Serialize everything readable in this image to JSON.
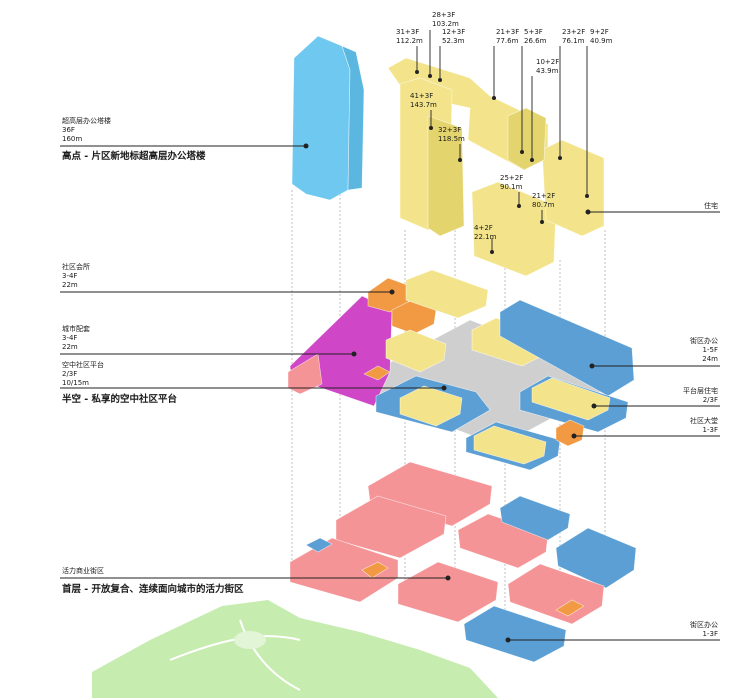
{
  "colors": {
    "yellow": "#f3e48c",
    "yellow_dark": "#e4d46e",
    "blue": "#5b9fd4",
    "blue_dark": "#4a8bc0",
    "cyan": "#6ec8ef",
    "magenta": "#cf46c7",
    "orange": "#f19a43",
    "pink": "#f59496",
    "pink_dark": "#e97f82",
    "grey": "#cfcfcf",
    "park": "#c6ecb0"
  },
  "left_labels": {
    "tower": {
      "name": "超高层办公塔楼",
      "floors": "36F",
      "height": "160m",
      "caption": "高点 - 片区新地标超高层办公塔楼"
    },
    "club": {
      "name": "社区会所",
      "floors": "3-4F",
      "height": "22m"
    },
    "city": {
      "name": "城市配套",
      "floors": "3-4F",
      "height": "22m"
    },
    "sky_platform": {
      "name": "空中社区平台",
      "floors": "2/3F",
      "height": "10/15m",
      "caption": "半空 - 私享的空中社区平台"
    },
    "street": {
      "name": "活力商业街区",
      "caption": "首层 - 开放复合、连续面向城市的活力街区"
    }
  },
  "right_labels": {
    "residence": {
      "name": "住宅"
    },
    "office_upper": {
      "name": "街区办公",
      "floors": "1-5F",
      "height": "24m"
    },
    "platform_res": {
      "name": "平台层住宅",
      "floors": "2/3F"
    },
    "lobby": {
      "name": "社区大堂",
      "floors": "1-3F"
    },
    "office_ground": {
      "name": "街区办公",
      "floors": "1-3F"
    }
  },
  "heights": [
    {
      "floors": "31+3F",
      "height": "112.2m"
    },
    {
      "floors": "28+3F",
      "height": "103.2m"
    },
    {
      "floors": "12+3F",
      "height": "52.3m"
    },
    {
      "floors": "21+3F",
      "height": "77.6m"
    },
    {
      "floors": "5+3F",
      "height": "26.6m"
    },
    {
      "floors": "23+2F",
      "height": "76.1m"
    },
    {
      "floors": "9+2F",
      "height": "40.9m"
    },
    {
      "floors": "10+2F",
      "height": "43.9m"
    },
    {
      "floors": "41+3F",
      "height": "143.7m"
    },
    {
      "floors": "32+3F",
      "height": "118.5m"
    },
    {
      "floors": "25+2F",
      "height": "90.1m"
    },
    {
      "floors": "21+2F",
      "height": "80.7m"
    },
    {
      "floors": "4+2F",
      "height": "22.1m"
    }
  ]
}
